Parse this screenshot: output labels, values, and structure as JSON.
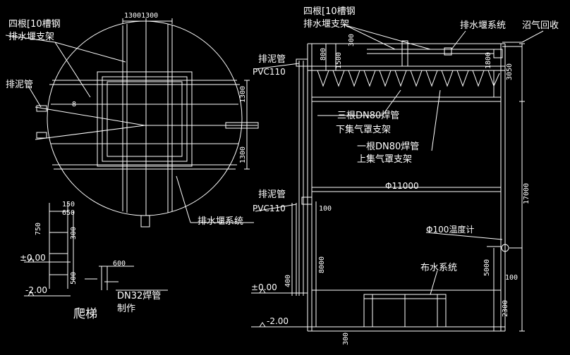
{
  "plan": {
    "channel_steel_label": "四根[10槽钢",
    "weir_support_label": "排水堰支架",
    "sludge_pipe_label": "排泥管",
    "weir_system_label": "排水堰系统",
    "top_dim": "13001300",
    "dim_1300_a": "1300",
    "dim_1300_b": "1300",
    "dim_8": "8"
  },
  "ladder": {
    "title": "爬梯",
    "dim_150": "150",
    "dim_650": "650",
    "dim_750": "750",
    "dim_300": "300",
    "dim_500": "500",
    "level_000": "±0.00",
    "level_neg200": "-2.00",
    "dim_600": "600",
    "pipe_label": "DN32焊管",
    "pipe_label2": "制作"
  },
  "section": {
    "channel_steel_label": "四根[10槽钢",
    "weir_support_label": "排水堰支架",
    "weir_system_label": "排水堰系统",
    "biogas_label": "沼气回收",
    "sludge_pipe_top": "排泥管",
    "pvc_top": "PVC110",
    "sludge_pipe_mid": "排泥管",
    "pvc_mid": "PVC110",
    "lower_pipe_label": "三根DN80焊管",
    "lower_support_label": "下集气罩支架",
    "upper_pipe_label": "一根DN80焊管",
    "upper_support_label": "上集气罩支架",
    "diameter_label": "Φ11000",
    "thermometer_label": "Φ100温度计",
    "distribution_label": "布水系统",
    "level_000": "±0.00",
    "level_neg200": "-2.00",
    "dim_800": "800",
    "dim_300": "300",
    "dim_1500": "1500",
    "dim_1800": "1800",
    "dim_3050": "3050",
    "dim_17000": "17000",
    "dim_100_a": "100",
    "dim_8000": "8000",
    "dim_400": "400",
    "dim_5000": "5000",
    "dim_100_b": "100",
    "dim_2300": "2300",
    "dim_300_b": "300"
  }
}
